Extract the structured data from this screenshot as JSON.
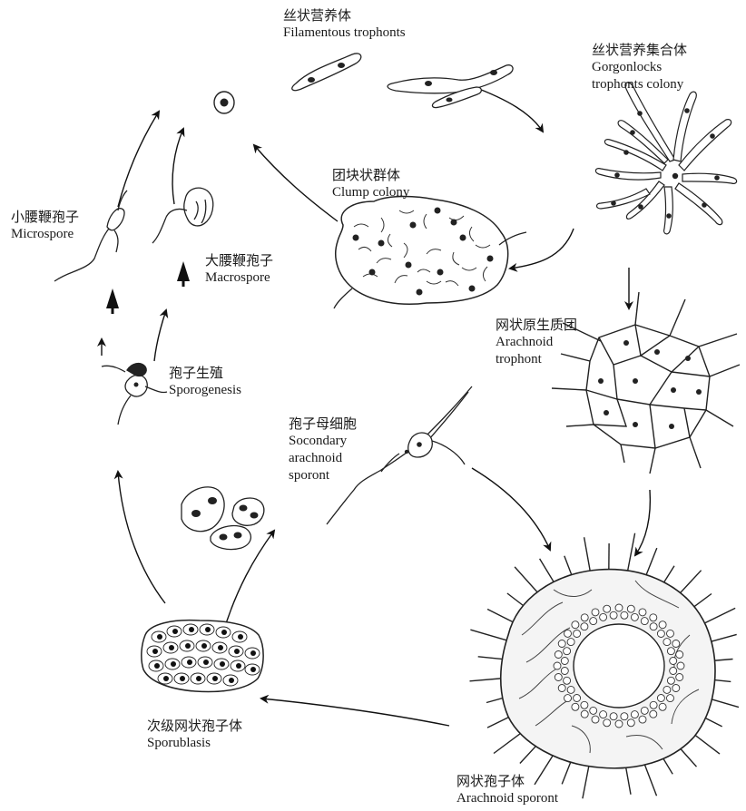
{
  "stages": {
    "filamentous": {
      "zh": "丝状营养体",
      "en": "Filamentous trophonts"
    },
    "gorgonlocks": {
      "zh": "丝状营养集合体",
      "en1": "Gorgonlocks",
      "en2": "trophonts colony"
    },
    "clump": {
      "zh": "团块状群体",
      "en": "Clump colony"
    },
    "microspore": {
      "zh": "小腰鞭孢子",
      "en": "Microspore"
    },
    "macrospore": {
      "zh": "大腰鞭孢子",
      "en": "Macrospore"
    },
    "arachnoid_trophont": {
      "zh": "网状原生质团",
      "en1": "Arachnoid",
      "en2": "trophont"
    },
    "sporogenesis": {
      "zh": "孢子生殖",
      "en": "Sporogenesis"
    },
    "secondary_sporont": {
      "zh": "孢子母细胞",
      "en1": "Socondary",
      "en2": "arachnoid",
      "en3": "sporont"
    },
    "sporublasis": {
      "zh": "次级网状孢子体",
      "en": "Sporublasis"
    },
    "arachnoid_sporont": {
      "zh": "网状孢子体",
      "en": "Arachnoid sporont"
    }
  }
}
